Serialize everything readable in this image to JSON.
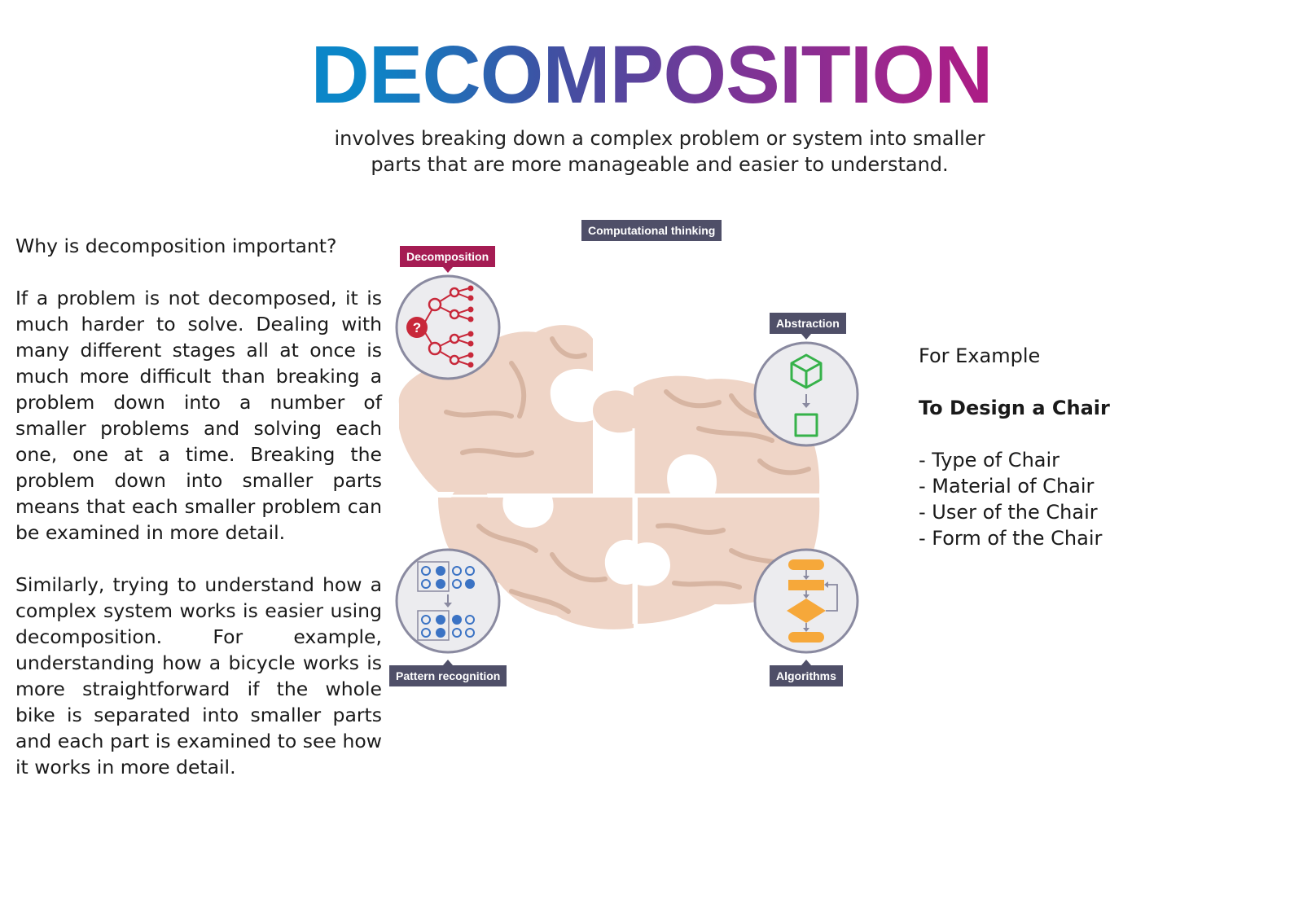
{
  "title": "DECOMPOSITION",
  "subtitle": {
    "line1": "involves breaking down a complex problem or system into smaller",
    "line2": "parts that are more manageable and easier to understand."
  },
  "left": {
    "heading": "Why is decomposition important?",
    "paragraph1": "If a problem is not decomposed, it is much harder to solve. Dealing with many different stages all at once is much more difficult than breaking a problem down into a number of smaller problems and solving each one, one at a time. Breaking the problem down into smaller parts means that each smaller problem can be examined in more detail.",
    "paragraph2": "Similarly, trying to understand how a complex system works is easier using decomposition. For example, understanding how a bicycle works is more straightforward if the whole bike is separated into smaller parts and each part is examined to see how it works in more detail."
  },
  "diagram": {
    "top_label": "Computational thinking",
    "labels": {
      "decomposition": "Decomposition",
      "abstraction": "Abstraction",
      "pattern_recognition": "Pattern recognition",
      "algorithms": "Algorithms"
    },
    "icons": [
      "brain-puzzle-icon",
      "question-tree-icon",
      "cube-to-square-icon",
      "dot-grid-icon",
      "flowchart-icon"
    ],
    "colors": {
      "brain": "#efd5c7",
      "brain_fold": "#d7b5a2",
      "label_dark": "#4f4f68",
      "label_red": "#a51c53",
      "decomposition_red": "#c8283a",
      "abstraction_green": "#36b24a",
      "pattern_blue": "#3b73c4",
      "algorithm_orange": "#f6a83a",
      "circle_fill": "#ececef",
      "circle_border": "#8a8aa0"
    }
  },
  "example": {
    "label": "For Example",
    "title": "To Design a Chair",
    "items": [
      "- Type of Chair",
      "- Material of Chair",
      "- User of the Chair",
      "- Form of the Chair"
    ]
  }
}
